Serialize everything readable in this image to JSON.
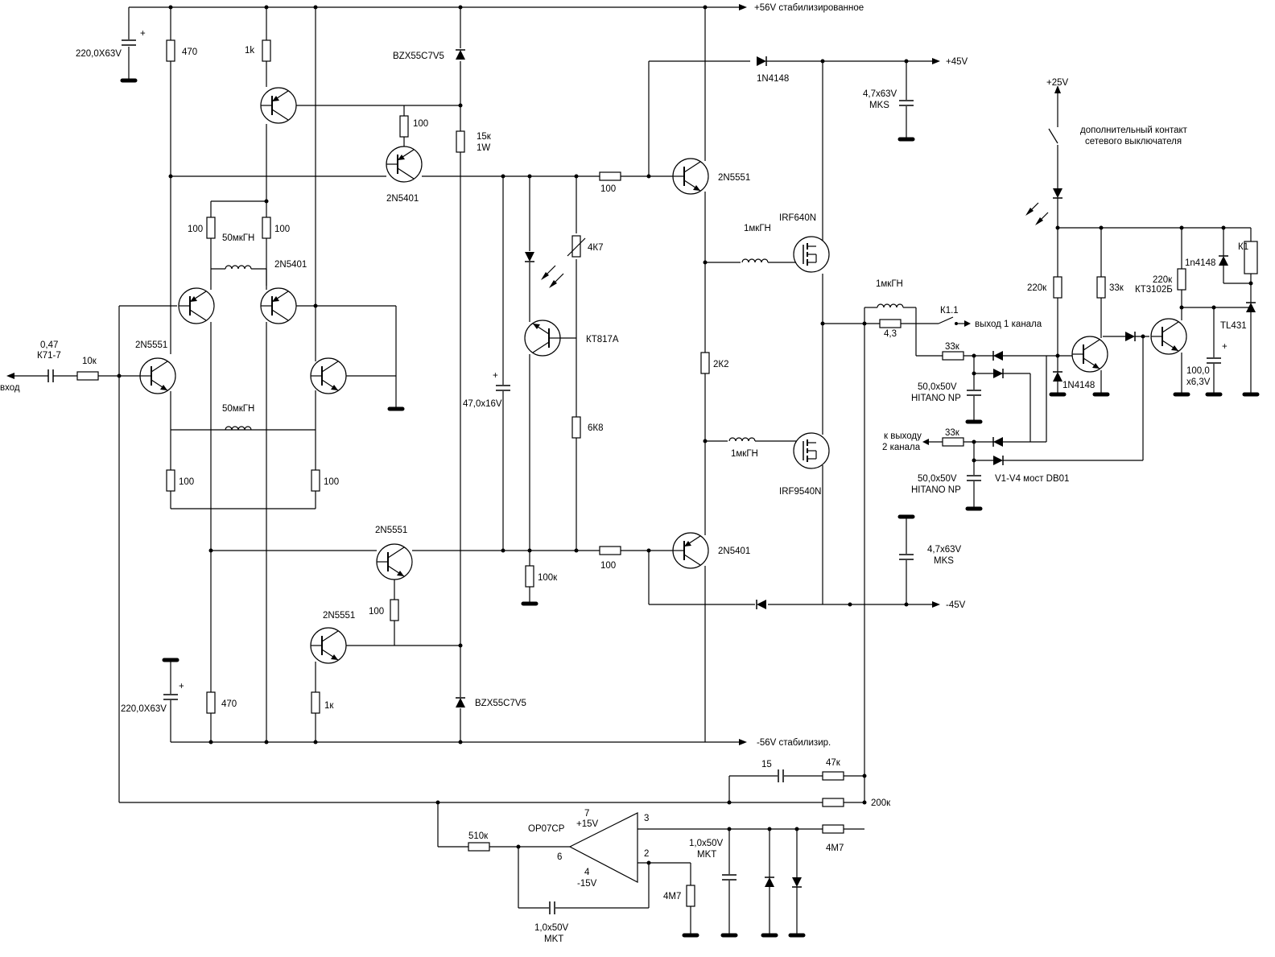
{
  "rails": {
    "pos56": "+56V стабилизированное",
    "neg56": "-56V стабилизир.",
    "pos45": "+45V",
    "neg45": "-45V",
    "pos25": "+25V"
  },
  "io": {
    "input": "вход",
    "out1": "выход 1 канала",
    "out2_line1": "к выходу",
    "out2_line2": "2 канала"
  },
  "notes": {
    "extra_contact_line1": "дополнительный контакт",
    "extra_contact_line2": "сетевого выключателя"
  },
  "caps": {
    "c_in_value": "0,47",
    "c_in_type": "К71-7",
    "c_top": "220,0X63V",
    "c_bot": "220,0X63V",
    "c_bias": "47,0x16V",
    "c_45p_1": "4,7x63V",
    "c_45p_2": "MKS",
    "c_45n_1": "4,7x63V",
    "c_45n_2": "MKS",
    "c_np1_1": "50,0x50V",
    "c_np1_2": "HITANO NP",
    "c_np2_1": "50,0x50V",
    "c_np2_2": "HITANO NP",
    "c_100": "100,0",
    "c_100b": "x6,3V",
    "c_fb": "15",
    "c_int_1": "1,0x50V",
    "c_int_2": "MKT",
    "c_mkt_1": "1,0x50V",
    "c_mkt_2": "MKT"
  },
  "resistors": {
    "r_in": "10к",
    "r470a": "470",
    "r470b": "470",
    "r1k_a": "1k",
    "r1k_b": "1к",
    "r100_base_top": "100",
    "r100_base_bot": "100",
    "r100_l1": "100",
    "r100_l2": "100",
    "r100_e1": "100",
    "r100_e2": "100",
    "r15k_1": "15к",
    "r15k_2": "1W",
    "r4k7": "4К7",
    "r6k8": "6К8",
    "r100k": "100к",
    "r100_d1": "100",
    "r100_d2": "100",
    "r2k2": "2К2",
    "r4_3": "4,3",
    "r33k_a": "33к",
    "r33k_b": "33к",
    "r33k_c": "33к",
    "r220k_a": "220к",
    "r220k_b": "220к",
    "r47k": "47к",
    "r200k": "200к",
    "r4m7_a": "4М7",
    "r4m7_b": "4М7",
    "r510k": "510к"
  },
  "inductors": {
    "l1": "50мкГН",
    "l2": "50мкГН",
    "l3": "1мкГН",
    "l4": "1мкГН",
    "l5": "1мкГН"
  },
  "semis": {
    "q_top1": "2N5401",
    "q_mid_top": "2N5401",
    "q_in": "2N5551",
    "q_bot1": "2N5551",
    "q_bot2": "2N5551",
    "q_drv_p": "2N5551",
    "q_drv_n": "2N5401",
    "q_bias": "КТ817А",
    "q_mos_p": "IRF640N",
    "q_mos_n": "IRF9540N",
    "q_prot": "КТ3102Б",
    "z_top": "BZX55C7V5",
    "z_bot": "BZX55C7V5",
    "d_top": "1N4148",
    "d_prot": "1N4148",
    "d_relay": "1n4148",
    "bridge": "V1-V4 мост DB01",
    "tl431": "TL431",
    "relay": "К1",
    "relay_contact": "К1.1",
    "opamp": "OP07CP"
  },
  "opamp_pins": {
    "p7": "7",
    "p7v": "+15V",
    "p4": "4",
    "p4v": "-15V",
    "p6": "6",
    "p3": "3",
    "p2": "2"
  }
}
